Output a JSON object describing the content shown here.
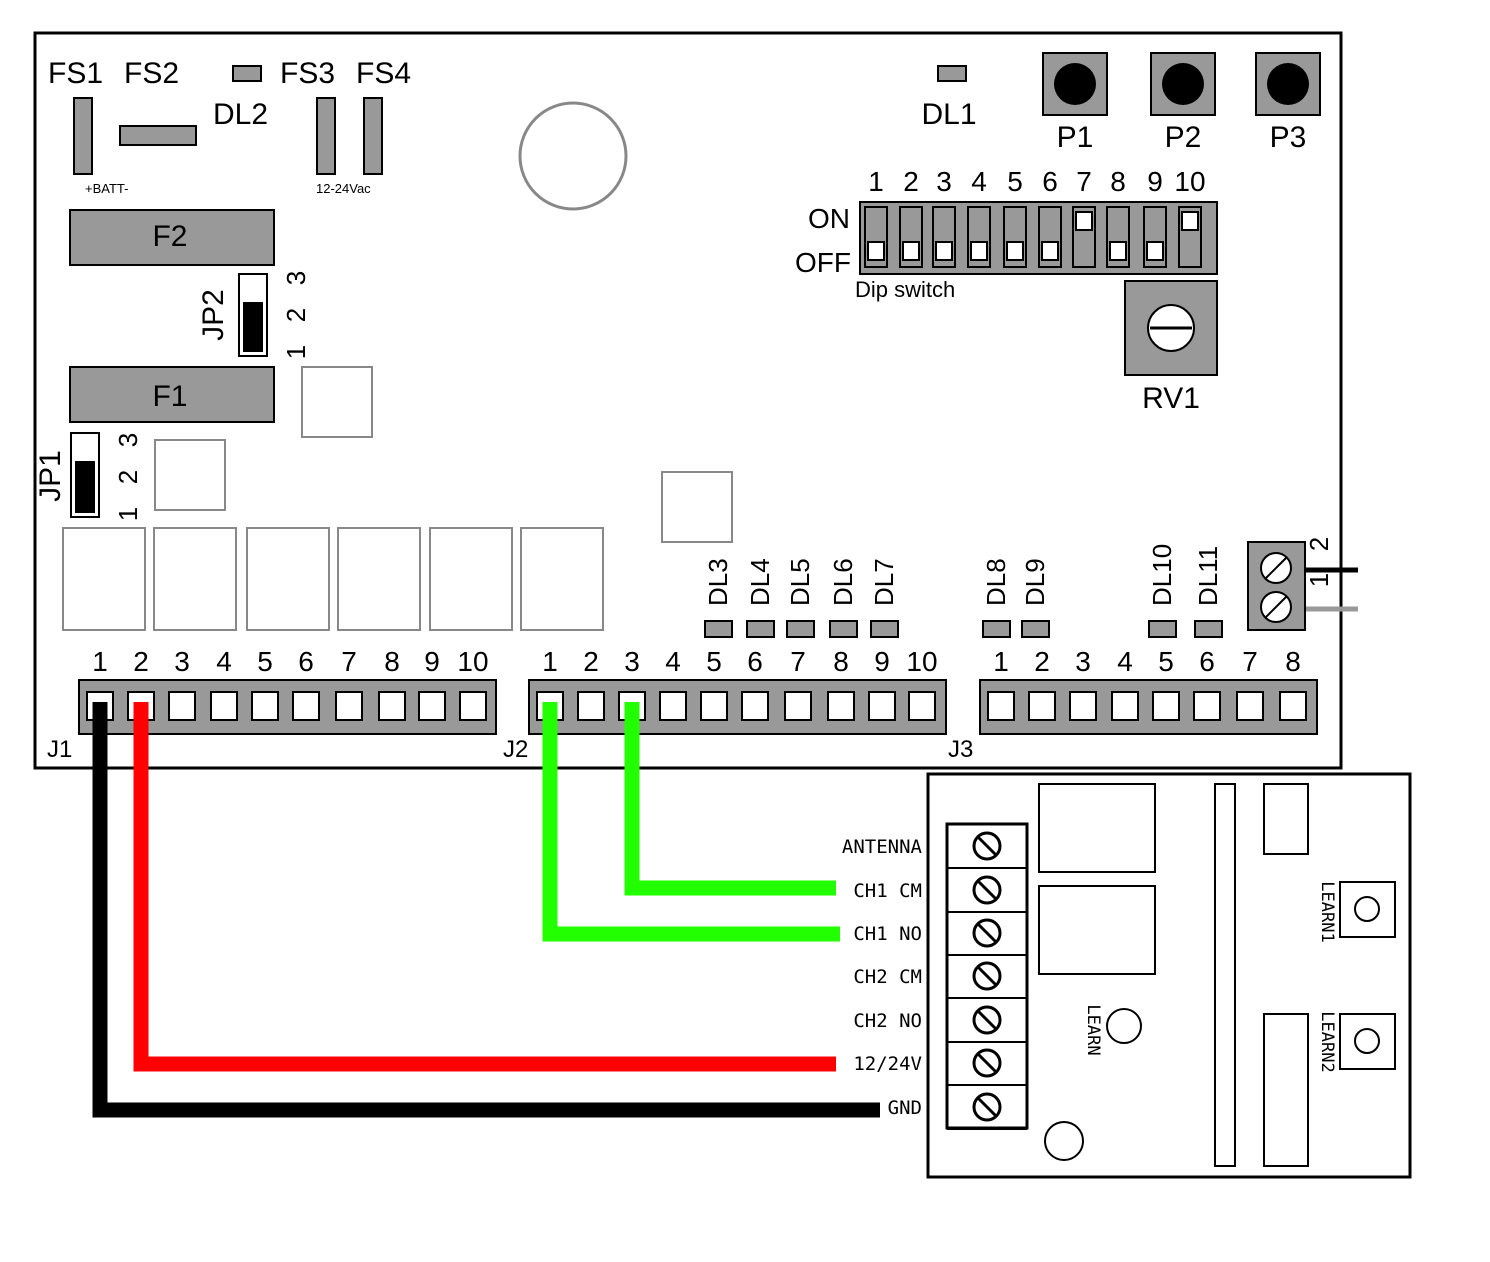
{
  "board": {
    "fuse_labels": [
      "FS1",
      "FS2",
      "FS3",
      "FS4"
    ],
    "dl2": "DL2",
    "dl1": "DL1",
    "batt_label": "+BATT-",
    "vac_label": "12-24Vac",
    "f2": "F2",
    "f1": "F1",
    "jp2": "JP2",
    "jp1": "JP1",
    "jumper_pins": [
      "1",
      "2",
      "3"
    ],
    "buttons": [
      "P1",
      "P2",
      "P3"
    ],
    "dip": {
      "numbers": [
        "1",
        "2",
        "3",
        "4",
        "5",
        "6",
        "7",
        "8",
        "9",
        "10"
      ],
      "on_label": "ON",
      "off_label": "OFF",
      "caption": "Dip switch",
      "states": [
        "OFF",
        "OFF",
        "OFF",
        "OFF",
        "OFF",
        "OFF",
        "ON",
        "OFF",
        "OFF",
        "ON"
      ]
    },
    "rv1": "RV1",
    "leds_j2": [
      "DL3",
      "DL4",
      "DL5",
      "DL6",
      "DL7"
    ],
    "leds_j3": [
      "DL8",
      "DL9",
      "DL10",
      "DL11"
    ],
    "small_terminal_pins": [
      "2",
      "1"
    ],
    "j1": {
      "label": "J1",
      "pins": [
        "1",
        "2",
        "3",
        "4",
        "5",
        "6",
        "7",
        "8",
        "9",
        "10"
      ]
    },
    "j2": {
      "label": "J2",
      "pins": [
        "1",
        "2",
        "3",
        "4",
        "5",
        "6",
        "7",
        "8",
        "9",
        "10"
      ]
    },
    "j3": {
      "label": "J3",
      "pins": [
        "1",
        "2",
        "3",
        "4",
        "5",
        "6",
        "7",
        "8"
      ]
    }
  },
  "receiver": {
    "terminals": [
      "ANTENNA",
      "CH1 CM",
      "CH1 NO",
      "CH2 CM",
      "CH2 NO",
      "12/24V",
      "GND"
    ],
    "learn": "LEARN",
    "learn1": "LEARN1",
    "learn2": "LEARN2"
  },
  "wires": {
    "colors": {
      "gnd": "#000000",
      "power": "#ff0000",
      "channel": "#22ff00",
      "aux_black": "#000000",
      "aux_grey": "#999999"
    }
  }
}
